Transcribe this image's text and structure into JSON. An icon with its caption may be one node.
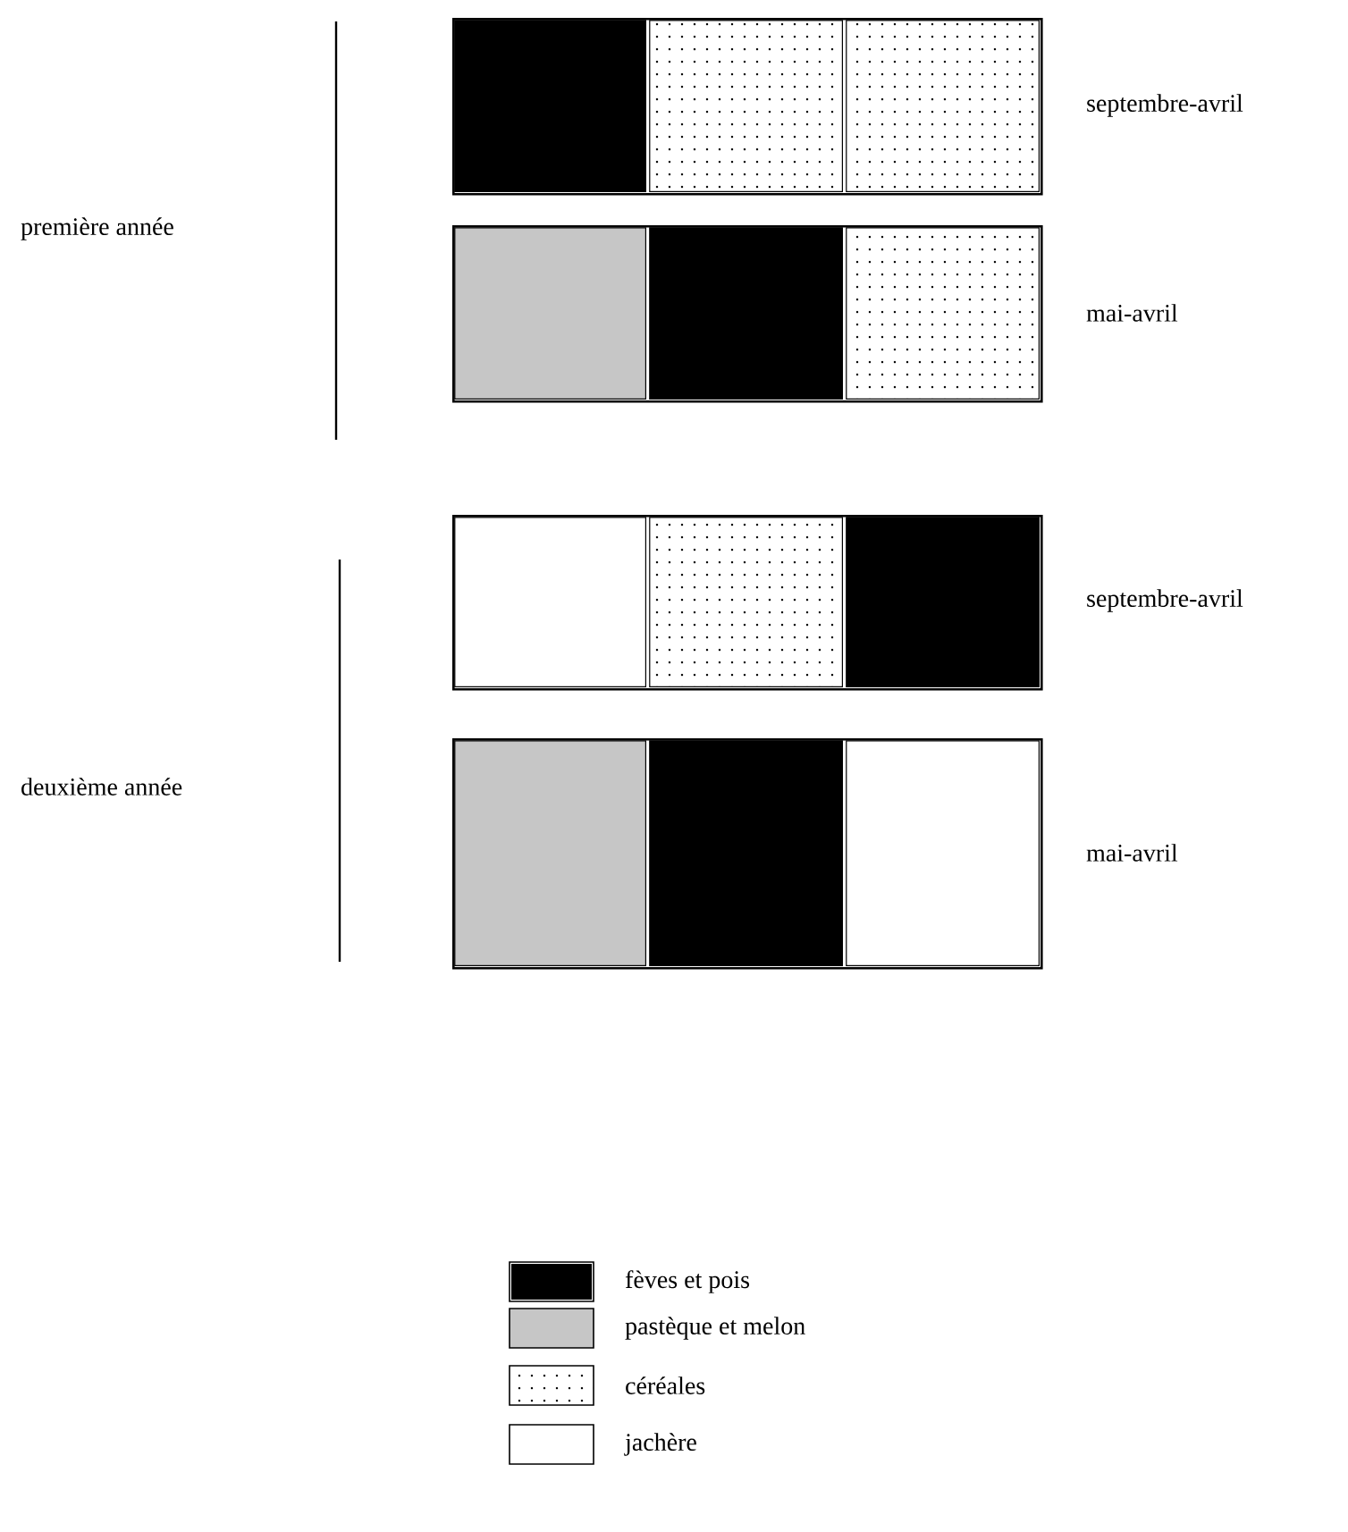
{
  "diagram": {
    "nodes": [
      {
        "text": [],
        "shape": "bar",
        "beside": [
          "septembre-avril"
        ]
      },
      {
        "text": [],
        "shape": "box",
        "in": 0
      },
      {
        "text": [],
        "shape": "box",
        "in": 0
      },
      {
        "text": [],
        "shape": "box",
        "in": 0
      },
      {
        "text": [],
        "shape": "bar",
        "beside": [
          "mai-avril"
        ]
      },
      {
        "text": [],
        "shape": "box",
        "in": 4
      },
      {
        "text": [],
        "shape": "box",
        "in": 4
      },
      {
        "text": [],
        "shape": "box",
        "in": 4
      },
      {
        "text": [],
        "shape": "bar",
        "beside": [
          "septembre-avril"
        ]
      },
      {
        "text": [],
        "shape": "box",
        "in": 8
      },
      {
        "text": [],
        "shape": "box",
        "in": 8
      },
      {
        "text": [],
        "shape": "box",
        "in": 8
      },
      {
        "text": [],
        "shape": "bar",
        "beside": [
          "mai-avril"
        ]
      },
      {
        "text": [],
        "shape": "box",
        "in": 12
      },
      {
        "text": [],
        "shape": "box",
        "in": 12
      },
      {
        "text": [],
        "shape": "box",
        "in": 12
      }
    ],
    "labels": [
      "première année",
      "deuxième année"
    ],
    "legend": [
      {
        "text": "fèves et pois",
        "color": "#000000"
      },
      {
        "text": "pastèque et melon"
      },
      {
        "text": "céréales"
      },
      {
        "text": "jachère",
        "color": "#ffffff"
      }
    ]
  }
}
